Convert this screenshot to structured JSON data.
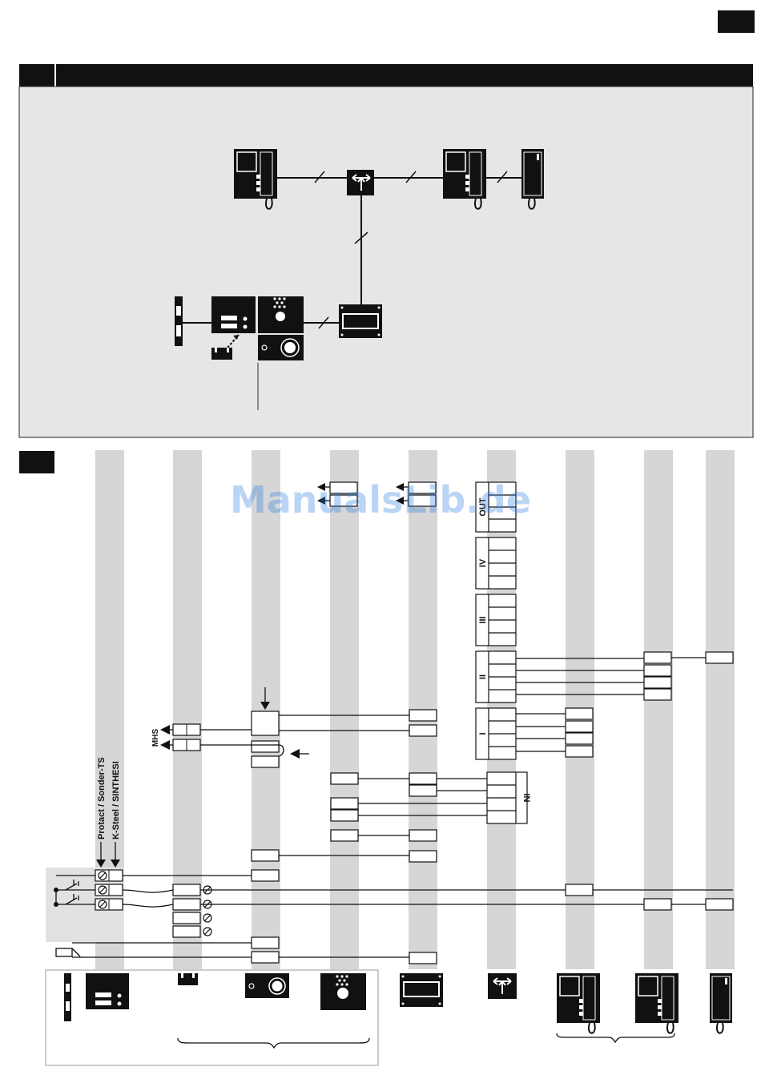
{
  "watermark": "ManualsLib.de",
  "labels": {
    "mhs": "MHS",
    "protact": "Protact / Sonder-TS",
    "ksteel": "K-Steel / SINTHESI",
    "out": "OUT",
    "iv": "IV",
    "iii": "III",
    "ii": "II",
    "i": "I",
    "in": "IN"
  }
}
